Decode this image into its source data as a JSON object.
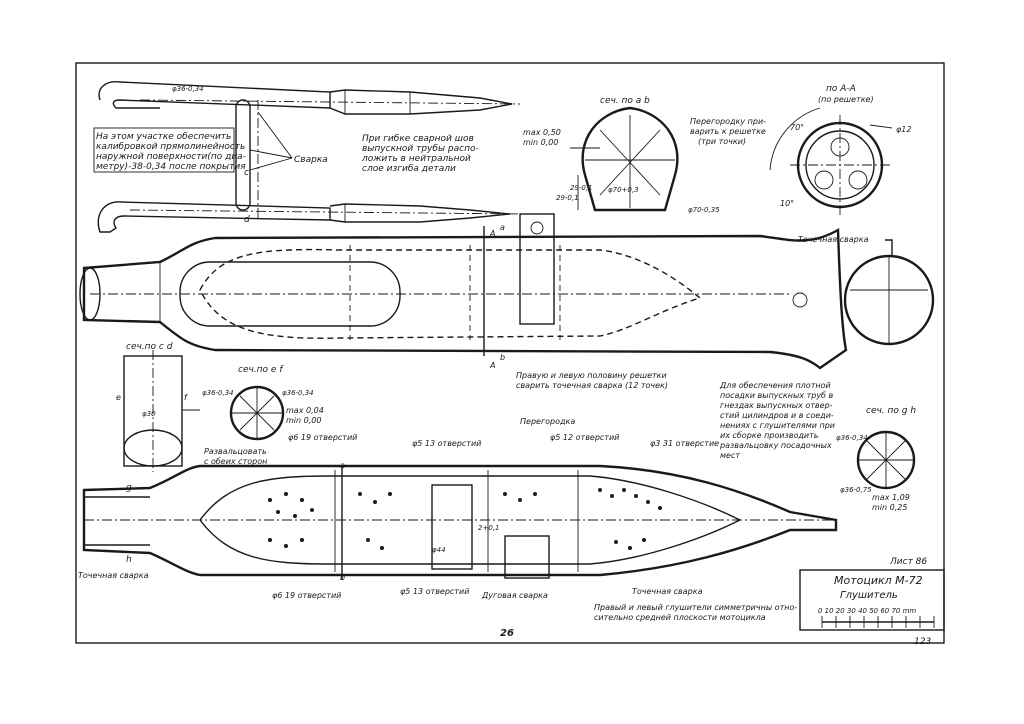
{
  "sheet": {
    "page_label": "Лист 86",
    "page_number": "123",
    "bottom_mark": "26"
  },
  "title_block": {
    "line1": "Мотоцикл  М-72",
    "line2": "Глушитель",
    "scale_label": "0  10 20 30  40 50 60 70 mm"
  },
  "notes": {
    "calibrate_1": "На этом участке обеспечить",
    "calibrate_2": "калибровкой прямолинейность",
    "calibrate_3": "наружной поверхности(по диа-",
    "calibrate_4": "метру)-38-0,34 после покрытия",
    "bend_1": "При гибке сварной шов",
    "bend_2": "выпускной трубы распо-",
    "bend_3": "ложить в нейтральной",
    "bend_4": "слое изгиба детали",
    "weld": "Сварка",
    "partition_1": "Перегородку при-",
    "partition_2": "варить к решетке",
    "partition_3": "(три точки)",
    "spot_weld": "Точечная сварка",
    "grid_weld_1": "Правую и левую половину решетки",
    "grid_weld_2": "сварить  точечная сварка (12 точек)",
    "flare_1": "Развальцовать",
    "flare_2": "с обеих сторон",
    "fit_1": "Для обеспечения плотной",
    "fit_2": "посадки выпускных труб в",
    "fit_3": "гнездах выпускных отвер-",
    "fit_4": "стий цилиндров и в соеди-",
    "fit_5": "нениях с глушителями при",
    "fit_6": "их сборке производить",
    "fit_7": "развальцовку посадочных",
    "fit_8": "мест",
    "partition": "Перегородка",
    "arc_weld": "Дуговая сварка",
    "symmetric_1": "Правый и левый глушители симметричны отно-",
    "symmetric_2": "сительно средней плоскости мотоцикла"
  },
  "sections": {
    "ab": "сеч. по  a  b",
    "aa": "по А-А",
    "aa_sub": "(по решетке)",
    "cd": "сеч.по с d",
    "ef": "сеч.по e f",
    "gh": "сеч. по  g  h"
  },
  "dims": {
    "d36_top": "φ36-0,34",
    "max050": "max 0,50",
    "min000": "min 0,00",
    "d70a": "φ70+0,3",
    "d70b": "φ70-0,35",
    "h29a": "29-0,1",
    "h29b": "29-0,1",
    "d12": "φ12",
    "a70": "70°",
    "a10": "10°",
    "d36_ef1": "φ36-0,34",
    "d36_ef2": "φ36-0,34",
    "max004": "max 0,04",
    "min000b": "min 0,00",
    "d30": "φ30",
    "d36_gh": "φ36-0,34",
    "d36_gh2": "φ36-0,75",
    "max109": "max 1,09",
    "min025": "min 0,25",
    "d44": "φ44",
    "d2": "2+0,1",
    "holes19a": "φ6  19 отверстий",
    "holes13a": "φ5  13 отверстий",
    "holes12": "φ5  12 отверстий",
    "holes31": "φ3  31 отверстие",
    "holes19b": "φ6  19 отверстий",
    "holes13b": "φ5  13 отверстий"
  },
  "letters": {
    "a1": "a",
    "b1": "b",
    "c": "c",
    "d": "d",
    "A1": "A",
    "A2": "A",
    "e": "e",
    "f": "f",
    "g": "g",
    "h": "h",
    "a2": "a",
    "b2": "b"
  }
}
